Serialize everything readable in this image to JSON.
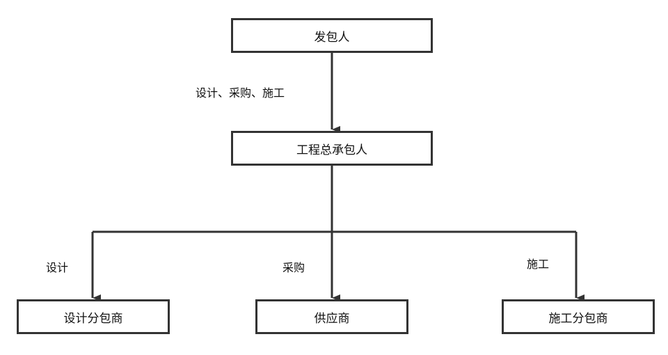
{
  "diagram": {
    "nodes": {
      "owner": "发包人",
      "epc": "工程总承包人",
      "design_sub": "设计分包商",
      "supplier": "供应商",
      "construction_sub": "施工分包商"
    },
    "edge_labels": {
      "owner_to_epc": "设计、采购、施工",
      "design": "设计",
      "procurement": "采购",
      "construction": "施工"
    },
    "colors": {
      "line": "#333333",
      "box_border": "#333333",
      "text": "#111111"
    }
  }
}
